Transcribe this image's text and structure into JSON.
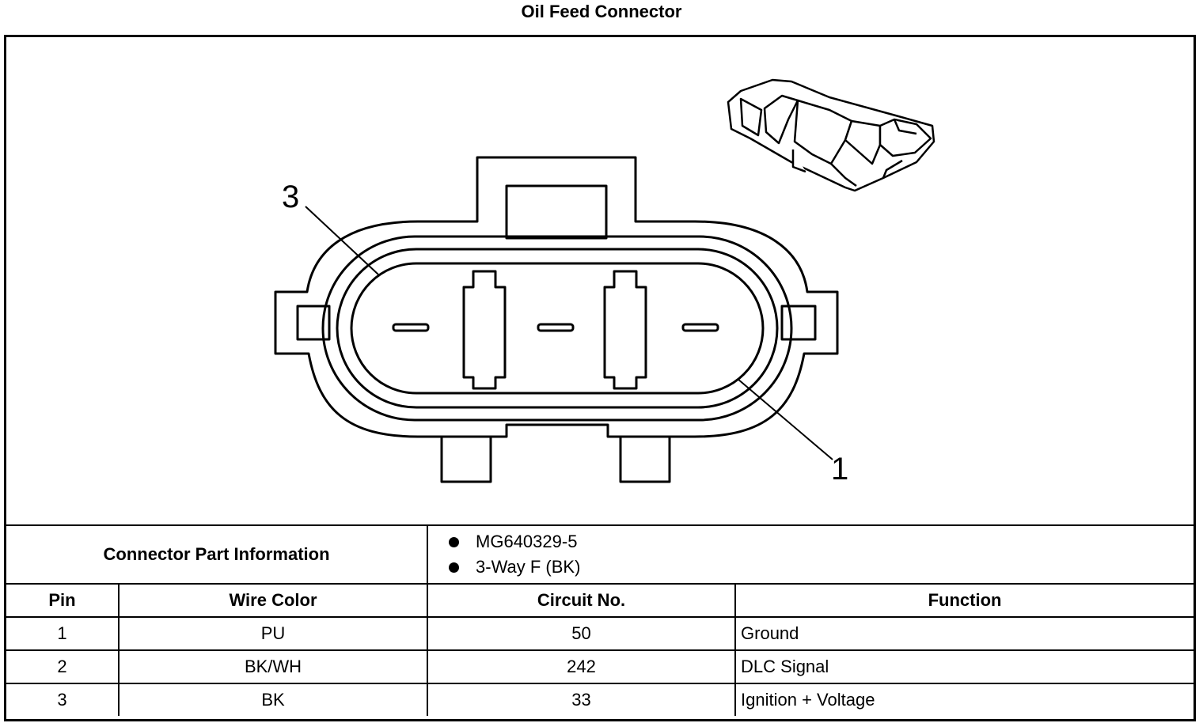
{
  "title": "Oil Feed Connector",
  "diagram": {
    "pin_labels": [
      {
        "pin": "3"
      },
      {
        "pin": "1"
      }
    ]
  },
  "connector_part_information": {
    "label": "Connector Part Information",
    "parts": [
      "MG640329-5",
      "3-Way F (BK)"
    ]
  },
  "table": {
    "headers": {
      "pin": "Pin",
      "wire_color": "Wire Color",
      "circuit_no": "Circuit No.",
      "function": "Function"
    },
    "rows": [
      {
        "pin": "1",
        "wire_color": "PU",
        "circuit_no": "50",
        "function": "Ground"
      },
      {
        "pin": "2",
        "wire_color": "BK/WH",
        "circuit_no": "242",
        "function": "DLC Signal"
      },
      {
        "pin": "3",
        "wire_color": "BK",
        "circuit_no": "33",
        "function": "Ignition + Voltage"
      }
    ]
  }
}
